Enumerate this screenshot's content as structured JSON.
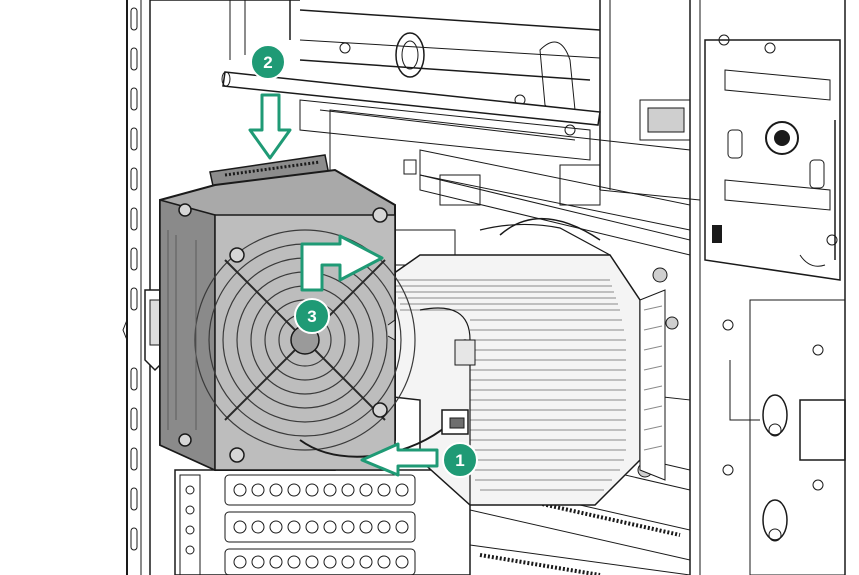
{
  "figure": {
    "step_badges": [
      {
        "label": "1"
      },
      {
        "label": "2"
      },
      {
        "label": "3"
      }
    ],
    "colors": {
      "badge": "#1f9a75",
      "arrow_fill": "#ffffff",
      "arrow_outline": "#1f9a75",
      "fan_body": "#a9a9a9",
      "fan_dark": "#6e6e6e",
      "heatsink": "#f4f4f4",
      "line": "#1a1a1a"
    },
    "icons": [
      "down-arrow-icon",
      "move-right-arrow-icon",
      "left-arrow-icon",
      "fan-assembly",
      "heatsink",
      "pci-slots",
      "drive-cage"
    ]
  }
}
